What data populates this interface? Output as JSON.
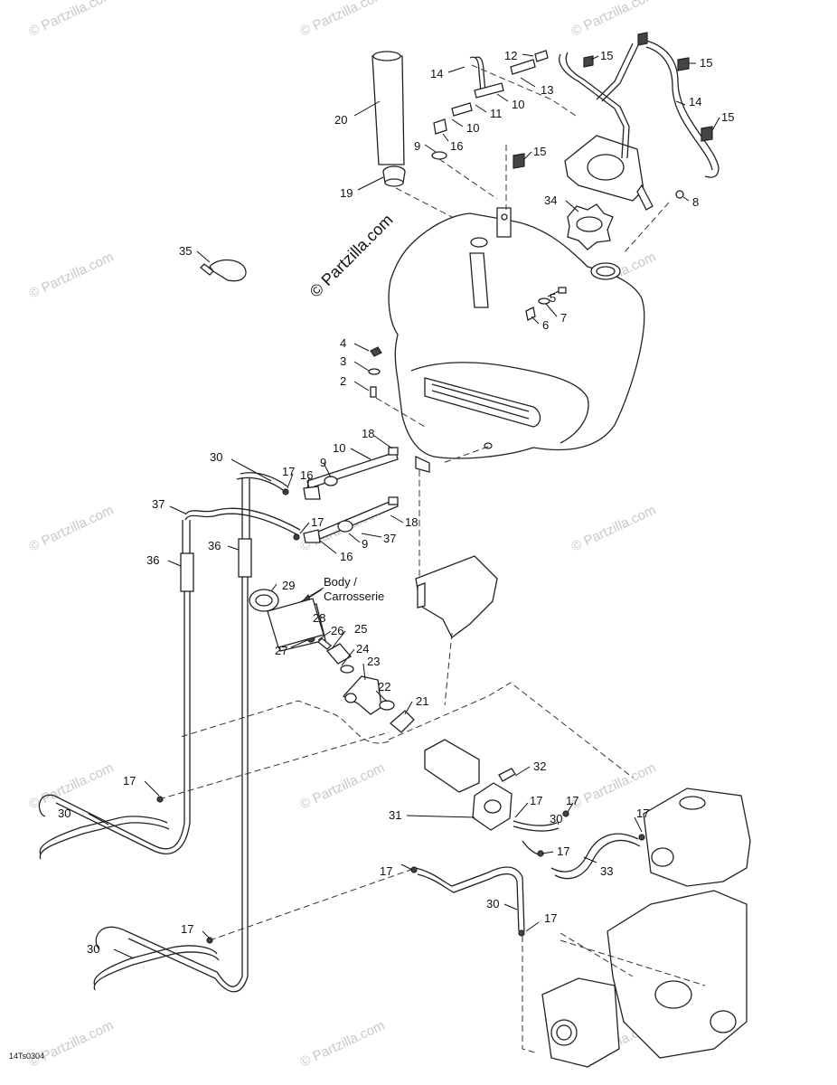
{
  "figure_code": "14Ts0304",
  "body_note": [
    "Body /",
    "Carrosserie"
  ],
  "watermark_main": "© Partzilla.com",
  "watermark_tile": "© Partzilla.com",
  "callouts": {
    "c20": "20",
    "c19": "19",
    "c14a": "14",
    "c12": "12",
    "c13": "13",
    "c10a": "10",
    "c11": "11",
    "c10b": "10",
    "c9a": "9",
    "c16a": "16",
    "c15a": "15",
    "c15b": "15",
    "c14b": "14",
    "c15c": "15",
    "c15d": "15",
    "c34": "34",
    "c8": "8",
    "c35": "35",
    "c5": "5",
    "c7": "7",
    "c6": "6",
    "c4": "4",
    "c3": "3",
    "c2": "2",
    "c18a": "18",
    "c30a": "30",
    "c17a": "17",
    "c16b": "16",
    "c9b": "9",
    "c10c": "10",
    "c37a": "37",
    "c17b": "17",
    "c18b": "18",
    "c37b": "37",
    "c36a": "36",
    "c36b": "36",
    "c9c": "9",
    "c16c": "16",
    "c29": "29",
    "c28": "28",
    "c26": "26",
    "c25": "25",
    "c27": "27",
    "c24": "24",
    "c23": "23",
    "c22": "22",
    "c21": "21",
    "c32": "32",
    "c17c": "17",
    "c30b": "30",
    "c31": "31",
    "c17d": "17",
    "c30c": "30",
    "c17e": "17",
    "c17f": "17",
    "c33": "33",
    "c17g": "17",
    "c17h": "17",
    "c30d": "30",
    "c17i": "17",
    "c30e": "30",
    "c17j": "17"
  }
}
